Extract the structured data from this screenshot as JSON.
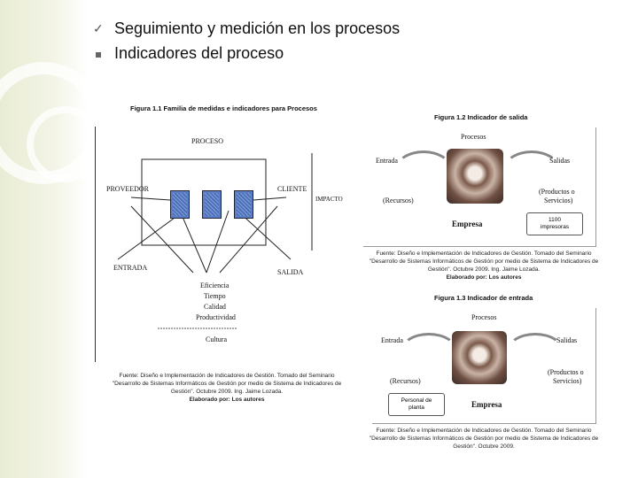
{
  "bullets": [
    {
      "marker": "✓",
      "text": "Seguimiento y medición en los procesos"
    },
    {
      "marker": "square",
      "text": "Indicadores del proceso"
    }
  ],
  "figure1": {
    "caption": "Figura 1.1  Familia de medidas e indicadores para Procesos",
    "labels": {
      "proceso": "PROCESO",
      "proveedor": "PROVEEDOR",
      "cliente": "CLIENTE",
      "impacto": "IMPACTO",
      "entrada": "ENTRADA",
      "salida": "SALIDA",
      "eficiencia": "Eficiencia",
      "tiempo": "Tiempo",
      "calidad": "Calidad",
      "productividad": "Productividad",
      "cultura": "Cultura"
    },
    "source_lines": [
      "Fuente: Diseño e Implementación de Indicadores de Gestión. Tomado del Seminario",
      "\"Desarrollo de Sistemas Informáticos de Gestión por medio de Sistema de Indicadores de",
      "Gestión\". Octubre 2009. Ing. Jaime Lozada."
    ],
    "elaborated": "Elaborado por: Los autores"
  },
  "figure2": {
    "caption": "Figura 1.2  Indicador de salida",
    "labels": {
      "procesos": "Procesos",
      "entrada": "Entrada",
      "salidas": "Salidas",
      "recursos": "(Recursos)",
      "productos": "(Productos o",
      "servicios": "Servicios)",
      "empresa": "Empresa",
      "box_line1": "1100",
      "box_line2": "impresoras"
    },
    "source_lines": [
      "Fuente: Diseño e Implementación de Indicadores de Gestión. Tomado del Seminario",
      "\"Desarrollo de Sistemas Informáticos de Gestión por medio de Sistema de Indicadores de",
      "Gestión\". Octubre 2009. Ing. Jaime Lozada."
    ],
    "elaborated": "Elaborado por: Los autores"
  },
  "figure3": {
    "caption": "Figura 1.3  Indicador de entrada",
    "labels": {
      "procesos": "Procesos",
      "entrada": "Entrada",
      "salidas": "Salidas",
      "recursos": "(Recursos)",
      "productos": "(Productos o",
      "servicios": "Servicios)",
      "empresa": "Empresa",
      "box_line1": "Personal de",
      "box_line2": "planta"
    },
    "source_lines": [
      "Fuente: Diseño e Implementación de Indicadores de Gestión. Tomado del Seminario",
      "\"Desarrollo de Sistemas Informáticos de Gestión por medio de Sistema de Indicadores de",
      "Gestión\". Octubre 2009."
    ]
  }
}
